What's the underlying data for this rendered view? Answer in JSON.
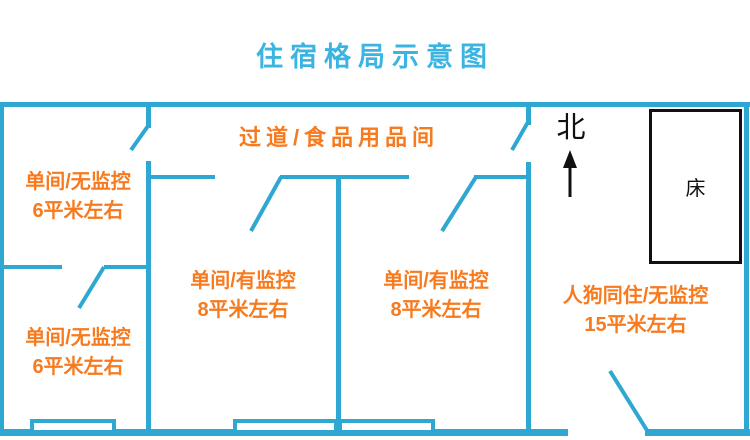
{
  "title": "住宿格局示意图",
  "colors": {
    "wall": "#2FA7D3",
    "title": "#3BB4E2",
    "label": "#F87A1E",
    "ink": "#111111"
  },
  "corridor": {
    "label": "过道/食品用品间"
  },
  "compass": {
    "label": "北",
    "arrow_icon": "up-arrow"
  },
  "bed": {
    "label": "床"
  },
  "rooms": [
    {
      "name": "top-left",
      "line1": "单间/无监控",
      "line2": "6平米左右"
    },
    {
      "name": "bottom-left",
      "line1": "单间/无监控",
      "line2": "6平米左右"
    },
    {
      "name": "middle-1",
      "line1": "单间/有监控",
      "line2": "8平米左右"
    },
    {
      "name": "middle-2",
      "line1": "单间/有监控",
      "line2": "8平米左右"
    },
    {
      "name": "right",
      "line1": "人狗同住/无监控",
      "line2": "15平米左右"
    }
  ]
}
